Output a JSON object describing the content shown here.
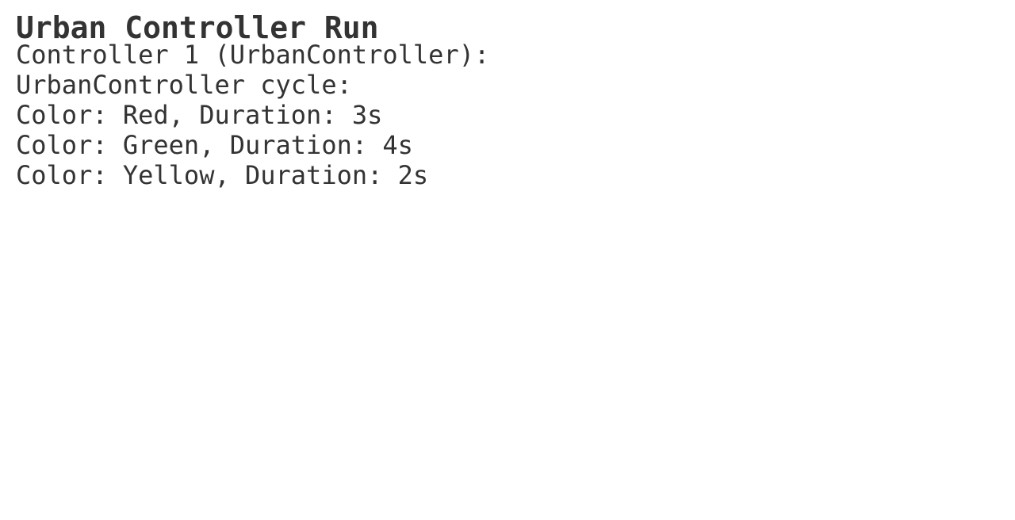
{
  "page": {
    "title": "Urban Controller Run",
    "lines": [
      "Controller 1 (UrbanController):",
      "UrbanController cycle:",
      "Color: Red, Duration: 3s",
      "Color: Green, Duration: 4s",
      "Color: Yellow, Duration: 2s"
    ]
  }
}
